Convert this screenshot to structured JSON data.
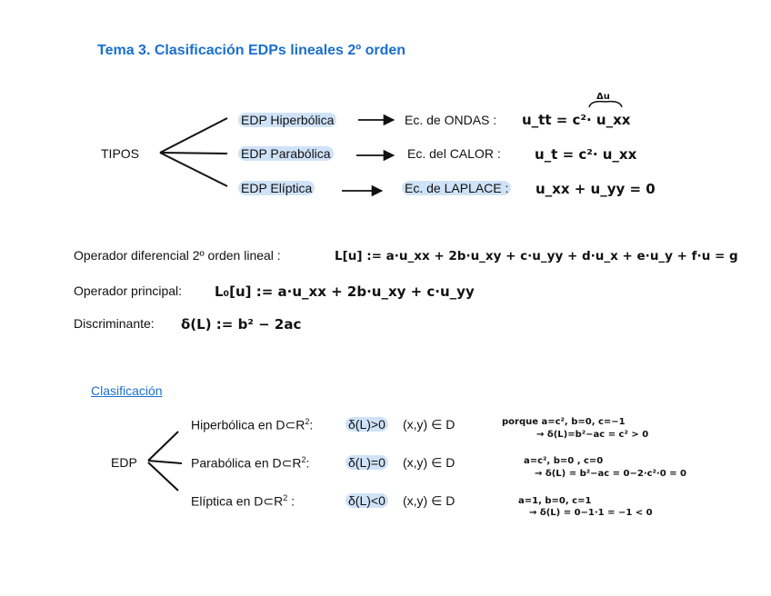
{
  "title": "Tema 3. Clasificación EDPs lineales  2º orden",
  "tipos": {
    "label": "TIPOS",
    "rows": [
      {
        "type": "EDP Hiperbólica",
        "eq_name": "Ec. de ONDAS :",
        "formula": "u_tt = c²· u_xx",
        "annotation": "Δu"
      },
      {
        "type": "EDP Parabólica",
        "eq_name": "Ec. del CALOR  :",
        "formula": "u_t = c²· u_xx"
      },
      {
        "type": "EDP Elíptica",
        "eq_name": "Ec. de LAPLACE :",
        "formula": "u_xx + u_yy = 0"
      }
    ]
  },
  "operador": {
    "label": "Operador diferencial 2º orden lineal  :",
    "formula": "L[u] := a·u_xx + 2b·u_xy + c·u_yy + d·u_x + e·u_y + f·u = g"
  },
  "principal": {
    "label": "Operador principal:",
    "formula": "L₀[u] := a·u_xx + 2b·u_xy + c·u_yy"
  },
  "discriminante": {
    "label": "Discriminante:",
    "formula": "δ(L) := b² − 2ac"
  },
  "clasificacion": {
    "heading": "Clasificación",
    "edp_label": "EDP",
    "rows": [
      {
        "name": "Hiperbólica en D⊂R",
        "sup": "2",
        "colon": ":",
        "cond": "δ(L)>0",
        "domain": "(x,y) ∈ D",
        "note1": "porque   a=c², b=0, c=−1",
        "note2": "→ δ(L)=b²−ac = c² > 0"
      },
      {
        "name": "Parabólica en D⊂R",
        "sup": "2",
        "colon": ":",
        "cond": "δ(L)=0",
        "domain": "(x,y) ∈ D",
        "note1": "a=c², b=0 , c=0",
        "note2": "→ δ(L) = b²−ac = 0−2·c²·0 = 0"
      },
      {
        "name": "Elíptica en D⊂R",
        "sup": "2",
        "colon": " :",
        "cond": "δ(L)<0",
        "domain": "(x,y) ∈ D",
        "note1": "a=1, b=0, c=1",
        "note2": "→ δ(L) = 0−1·1 = −1 < 0"
      }
    ]
  }
}
